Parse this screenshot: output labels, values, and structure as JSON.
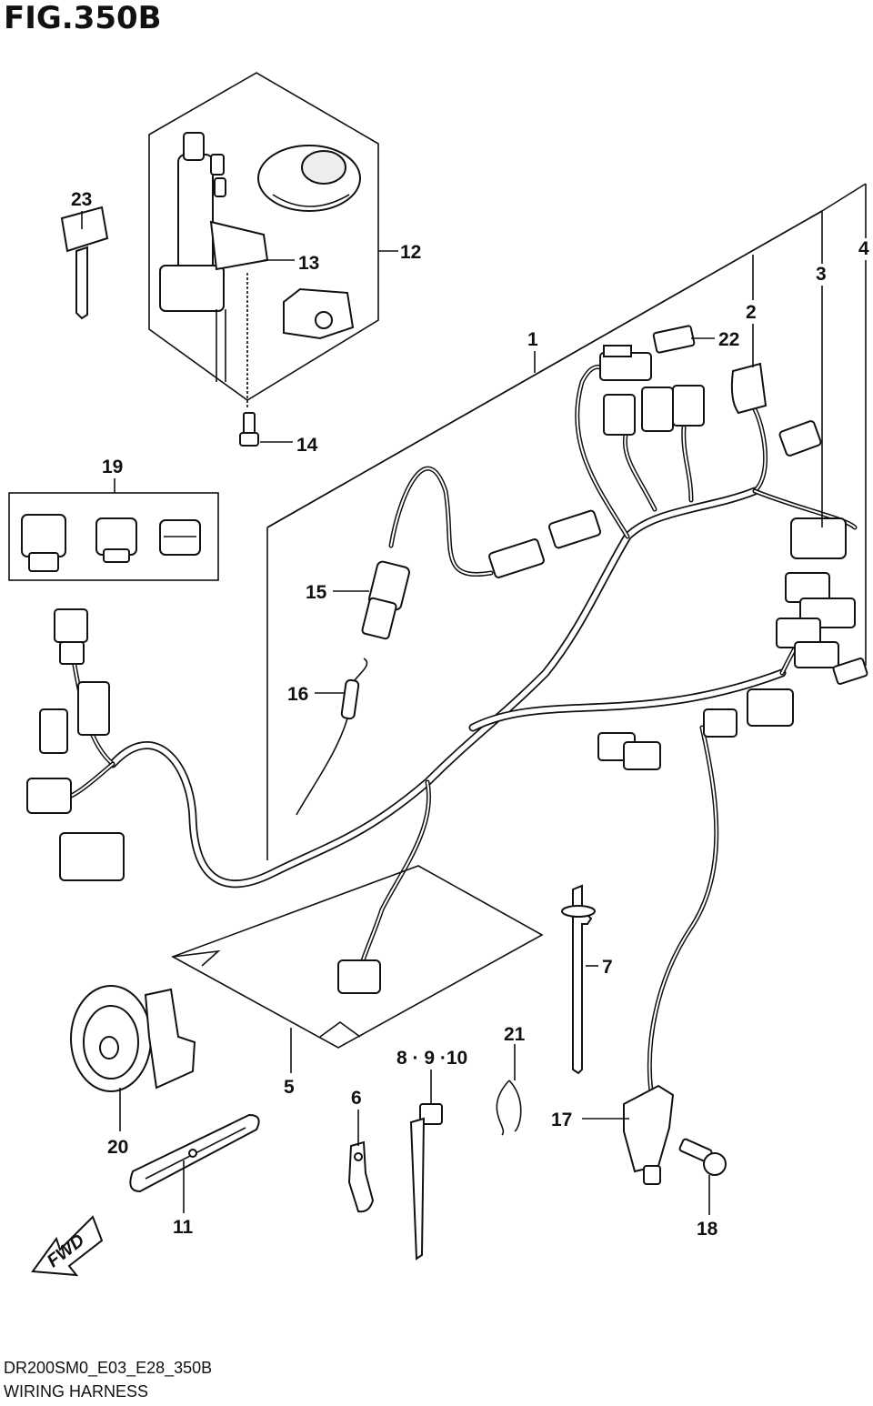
{
  "figure": {
    "title": "FIG.350B",
    "code": "DR200SM0_E03_E28_350B",
    "name": "WIRING HARNESS"
  },
  "direction_indicator": "FWD",
  "callouts": [
    {
      "id": "1",
      "text": "1"
    },
    {
      "id": "2",
      "text": "2"
    },
    {
      "id": "3",
      "text": "3"
    },
    {
      "id": "4",
      "text": "4"
    },
    {
      "id": "5",
      "text": "5"
    },
    {
      "id": "6",
      "text": "6"
    },
    {
      "id": "7",
      "text": "7"
    },
    {
      "id": "8-9-10",
      "text": "8 · 9 ·10"
    },
    {
      "id": "11",
      "text": "11"
    },
    {
      "id": "12",
      "text": "12"
    },
    {
      "id": "13",
      "text": "13"
    },
    {
      "id": "14",
      "text": "14"
    },
    {
      "id": "15",
      "text": "15"
    },
    {
      "id": "16",
      "text": "16"
    },
    {
      "id": "17",
      "text": "17"
    },
    {
      "id": "18",
      "text": "18"
    },
    {
      "id": "19",
      "text": "19"
    },
    {
      "id": "20",
      "text": "20"
    },
    {
      "id": "21",
      "text": "21"
    },
    {
      "id": "22",
      "text": "22"
    },
    {
      "id": "23",
      "text": "23"
    }
  ]
}
